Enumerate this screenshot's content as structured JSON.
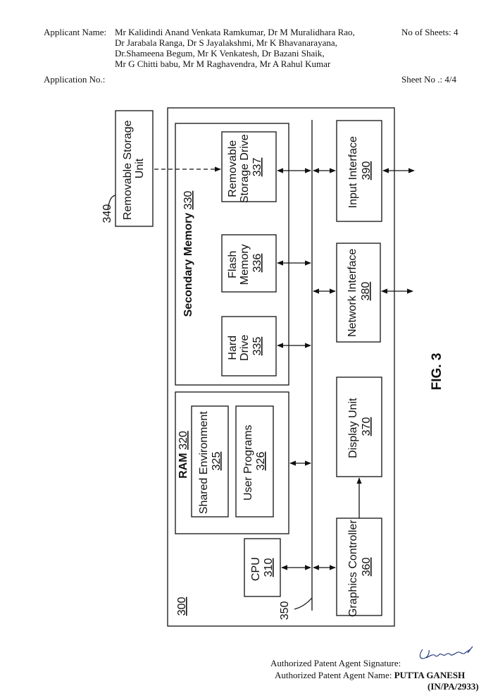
{
  "header": {
    "applicant_label": "Applicant Name:",
    "applicant_names": "Mr Kalidindi Anand Venkata Ramkumar, Dr M Muralidhara Rao,\nDr Jarabala Ranga, Dr S Jayalakshmi, Mr K Bhavanarayana,\nDr.Shameena Begum, Mr K Venkatesh, Dr Bazani Shaik,\nMr G Chitti babu, Mr M Raghavendra, Mr A Rahul Kumar",
    "sheets": "No of Sheets: 4",
    "application_no": "Application No.:",
    "sheet_no": "Sheet No .: 4/4"
  },
  "diagram": {
    "system_ref": "300",
    "bus_ref": "350",
    "removable_unit": {
      "line1": "Removable Storage",
      "line2": "Unit",
      "ref": "340"
    },
    "secondary_memory": {
      "label": "Secondary Memory",
      "ref": "330"
    },
    "removable_drive": {
      "line1": "Removable",
      "line2": "Storage Drive",
      "ref": "337"
    },
    "flash_memory": {
      "line1": "Flash",
      "line2": "Memory",
      "ref": "336"
    },
    "hard_drive": {
      "line1": "Hard",
      "line2": "Drive",
      "ref": "335"
    },
    "ram": {
      "label": "RAM",
      "ref": "320"
    },
    "shared_env": {
      "line1": "Shared Environment",
      "ref": "325"
    },
    "user_programs": {
      "line1": "User Programs",
      "ref": "326"
    },
    "cpu": {
      "line1": "CPU",
      "ref": "310"
    },
    "input_interface": {
      "line1": "Input Interface",
      "ref": "390"
    },
    "network_interface": {
      "line1": "Network Interface",
      "ref": "380"
    },
    "display_unit": {
      "line1": "Display Unit",
      "ref": "370"
    },
    "graphics_controller": {
      "line1": "Graphics Controller",
      "ref": "360"
    },
    "figure_label": "FIG. 3"
  },
  "signature": {
    "signature_label": "Authorized Patent Agent Signature:",
    "name_label": "Authorized Patent Agent Name:",
    "name": "PUTTA GANESH",
    "registration": "(IN/PA/2933)",
    "handwritten": "Ganesh"
  }
}
